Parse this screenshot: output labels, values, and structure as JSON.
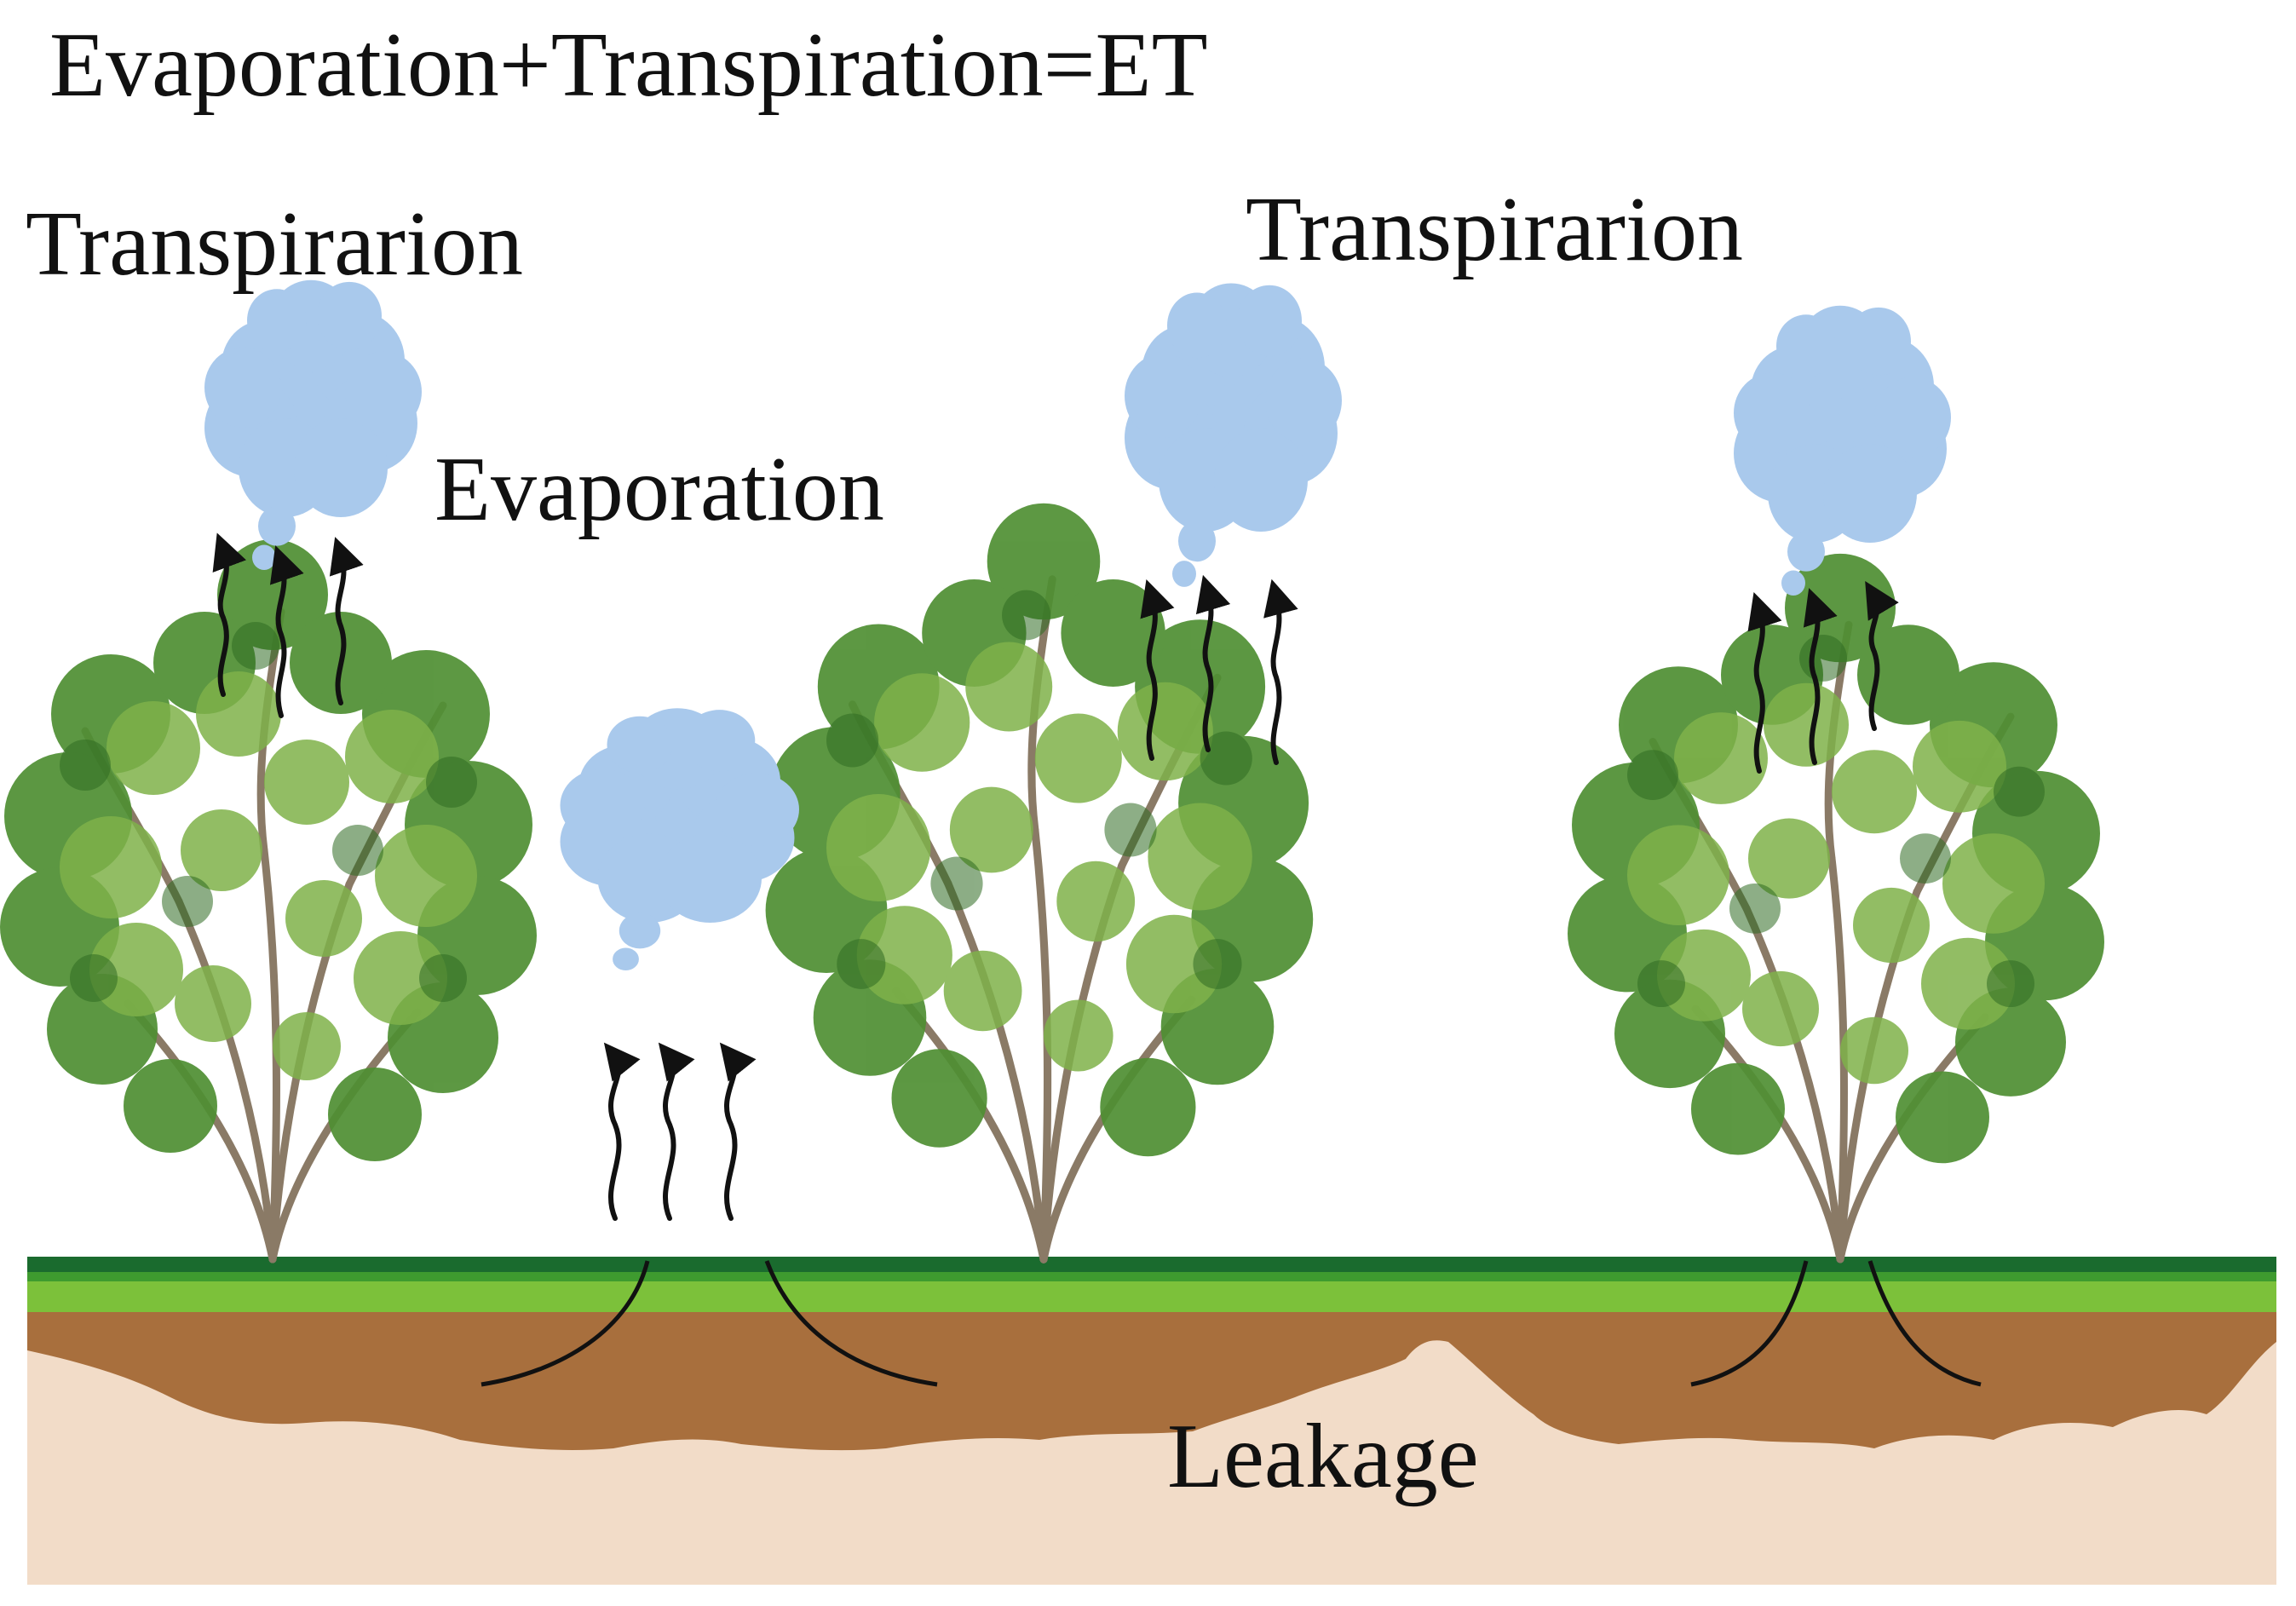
{
  "labels": {
    "equation": "Evaporation+Transpiration=ET",
    "transpiration_left": "Transpirarion",
    "transpiration_right": "Transpirarion",
    "evaporation": "Evaporation",
    "leakage": "Leakage"
  },
  "colors": {
    "cloud": "#a9c9ec",
    "grass_dark": "#1a6b2e",
    "grass_light": "#7cc13a",
    "soil_brown": "#a86f3d",
    "subsoil": "#f2dcc8",
    "foliage_dark": "#3f7f2a",
    "foliage_light": "#7fb24a",
    "trunk": "#8a7a66",
    "arrow": "#111111"
  },
  "icons": {
    "cloud": "vapour-cloud-icon",
    "tree": "shrub-tree-icon",
    "arrow": "wavy-up-arrow-icon"
  }
}
